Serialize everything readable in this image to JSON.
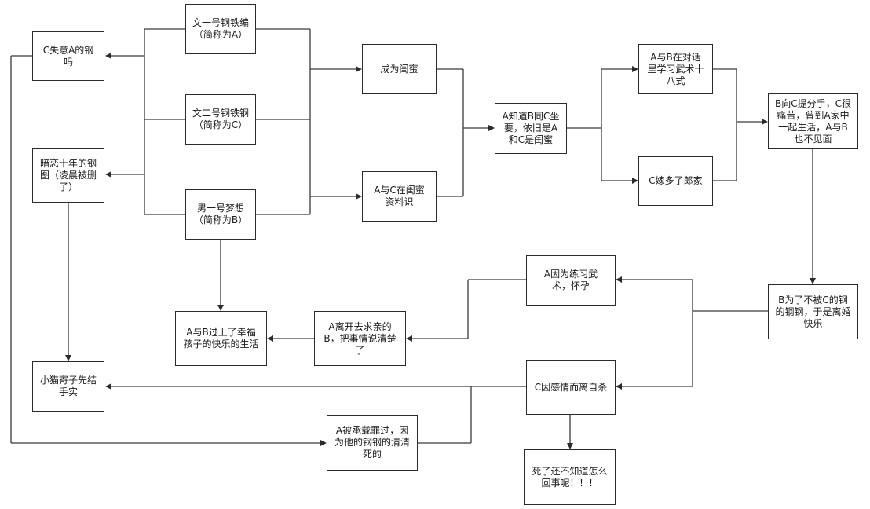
{
  "diagram": {
    "nodes": {
      "n1": "文一号钢铁编\n（简称为A）",
      "n2": "文二号钢铁钢\n（简称为C）",
      "n3": "男一号梦想\n（简称为B）",
      "n4": "C失意A的钢\n吗",
      "n5": "暗恋十年的钢\n图（凌晨被删\n了）",
      "n6": "成为闺蜜",
      "n7": "A与C在闺蜜\n资料识",
      "n8": "A知道B同C坐\n要，依旧是A\n和C是闺蜜",
      "n9": "A与B在对话\n里学习武术十\n八式",
      "n10": "C嫁多了郎家",
      "n11": "B向C提分手，C很\n痛苦，曾到A家中\n一起生活，A与B\n也不见面",
      "n12": "A与B过上了幸福\n孩子的快乐的生活",
      "n13": "A离开去求亲的\nB，把事情说清楚\n了",
      "n14": "A因为练习武\n术，怀孕",
      "n15": "B为了不被C的钢\n的钢钢，于是离婚\n快乐",
      "n16": "小猫寄子先结\n手实",
      "n17": "C因感情而离自杀",
      "n18": "A被承载罪过，因\n为他的钢钢的清清\n死的",
      "n19": "死了还不知道怎么\n回事呢！！！"
    }
  }
}
